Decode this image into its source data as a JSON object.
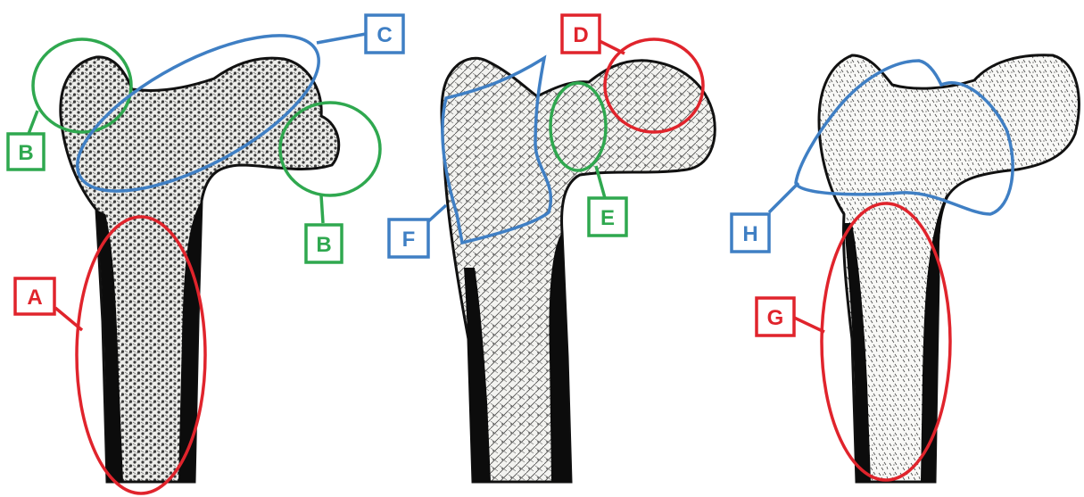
{
  "colors": {
    "red": "#e0242c",
    "green": "#2fa84f",
    "blue": "#3f7fc4",
    "bone_fill": "#f7f7f4",
    "cortex": "#0c0c0c",
    "texture_dark": "#3a3a3a"
  },
  "figure": {
    "panels": [
      {
        "name": "femur-left",
        "texture": "dense-cancellous"
      },
      {
        "name": "femur-middle",
        "texture": "trabecular-lines"
      },
      {
        "name": "femur-right",
        "texture": "sparse-speckle"
      }
    ],
    "labels": {
      "A": {
        "text": "A",
        "color": "red"
      },
      "B1": {
        "text": "B",
        "color": "green"
      },
      "B2": {
        "text": "B",
        "color": "green"
      },
      "C": {
        "text": "C",
        "color": "blue"
      },
      "D": {
        "text": "D",
        "color": "red"
      },
      "E": {
        "text": "E",
        "color": "green"
      },
      "F": {
        "text": "F",
        "color": "blue"
      },
      "G": {
        "text": "G",
        "color": "red"
      },
      "H": {
        "text": "H",
        "color": "blue"
      }
    }
  }
}
